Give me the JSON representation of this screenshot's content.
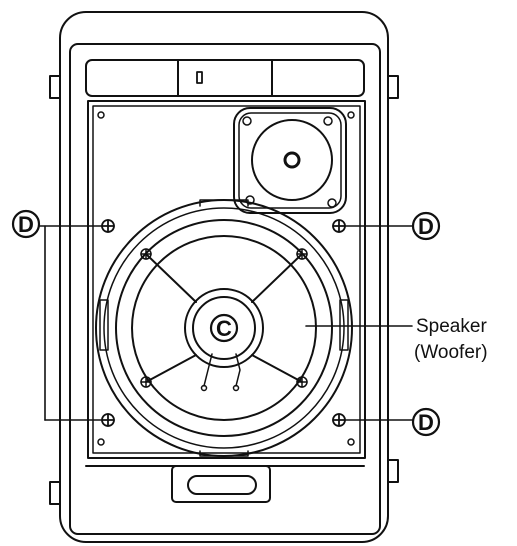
{
  "labels": {
    "callout_d": "D",
    "center_c": "C",
    "speaker_line1": "Speaker",
    "speaker_line2": "(Woofer)"
  },
  "colors": {
    "ink": "#111111",
    "paper": "#ffffff"
  }
}
